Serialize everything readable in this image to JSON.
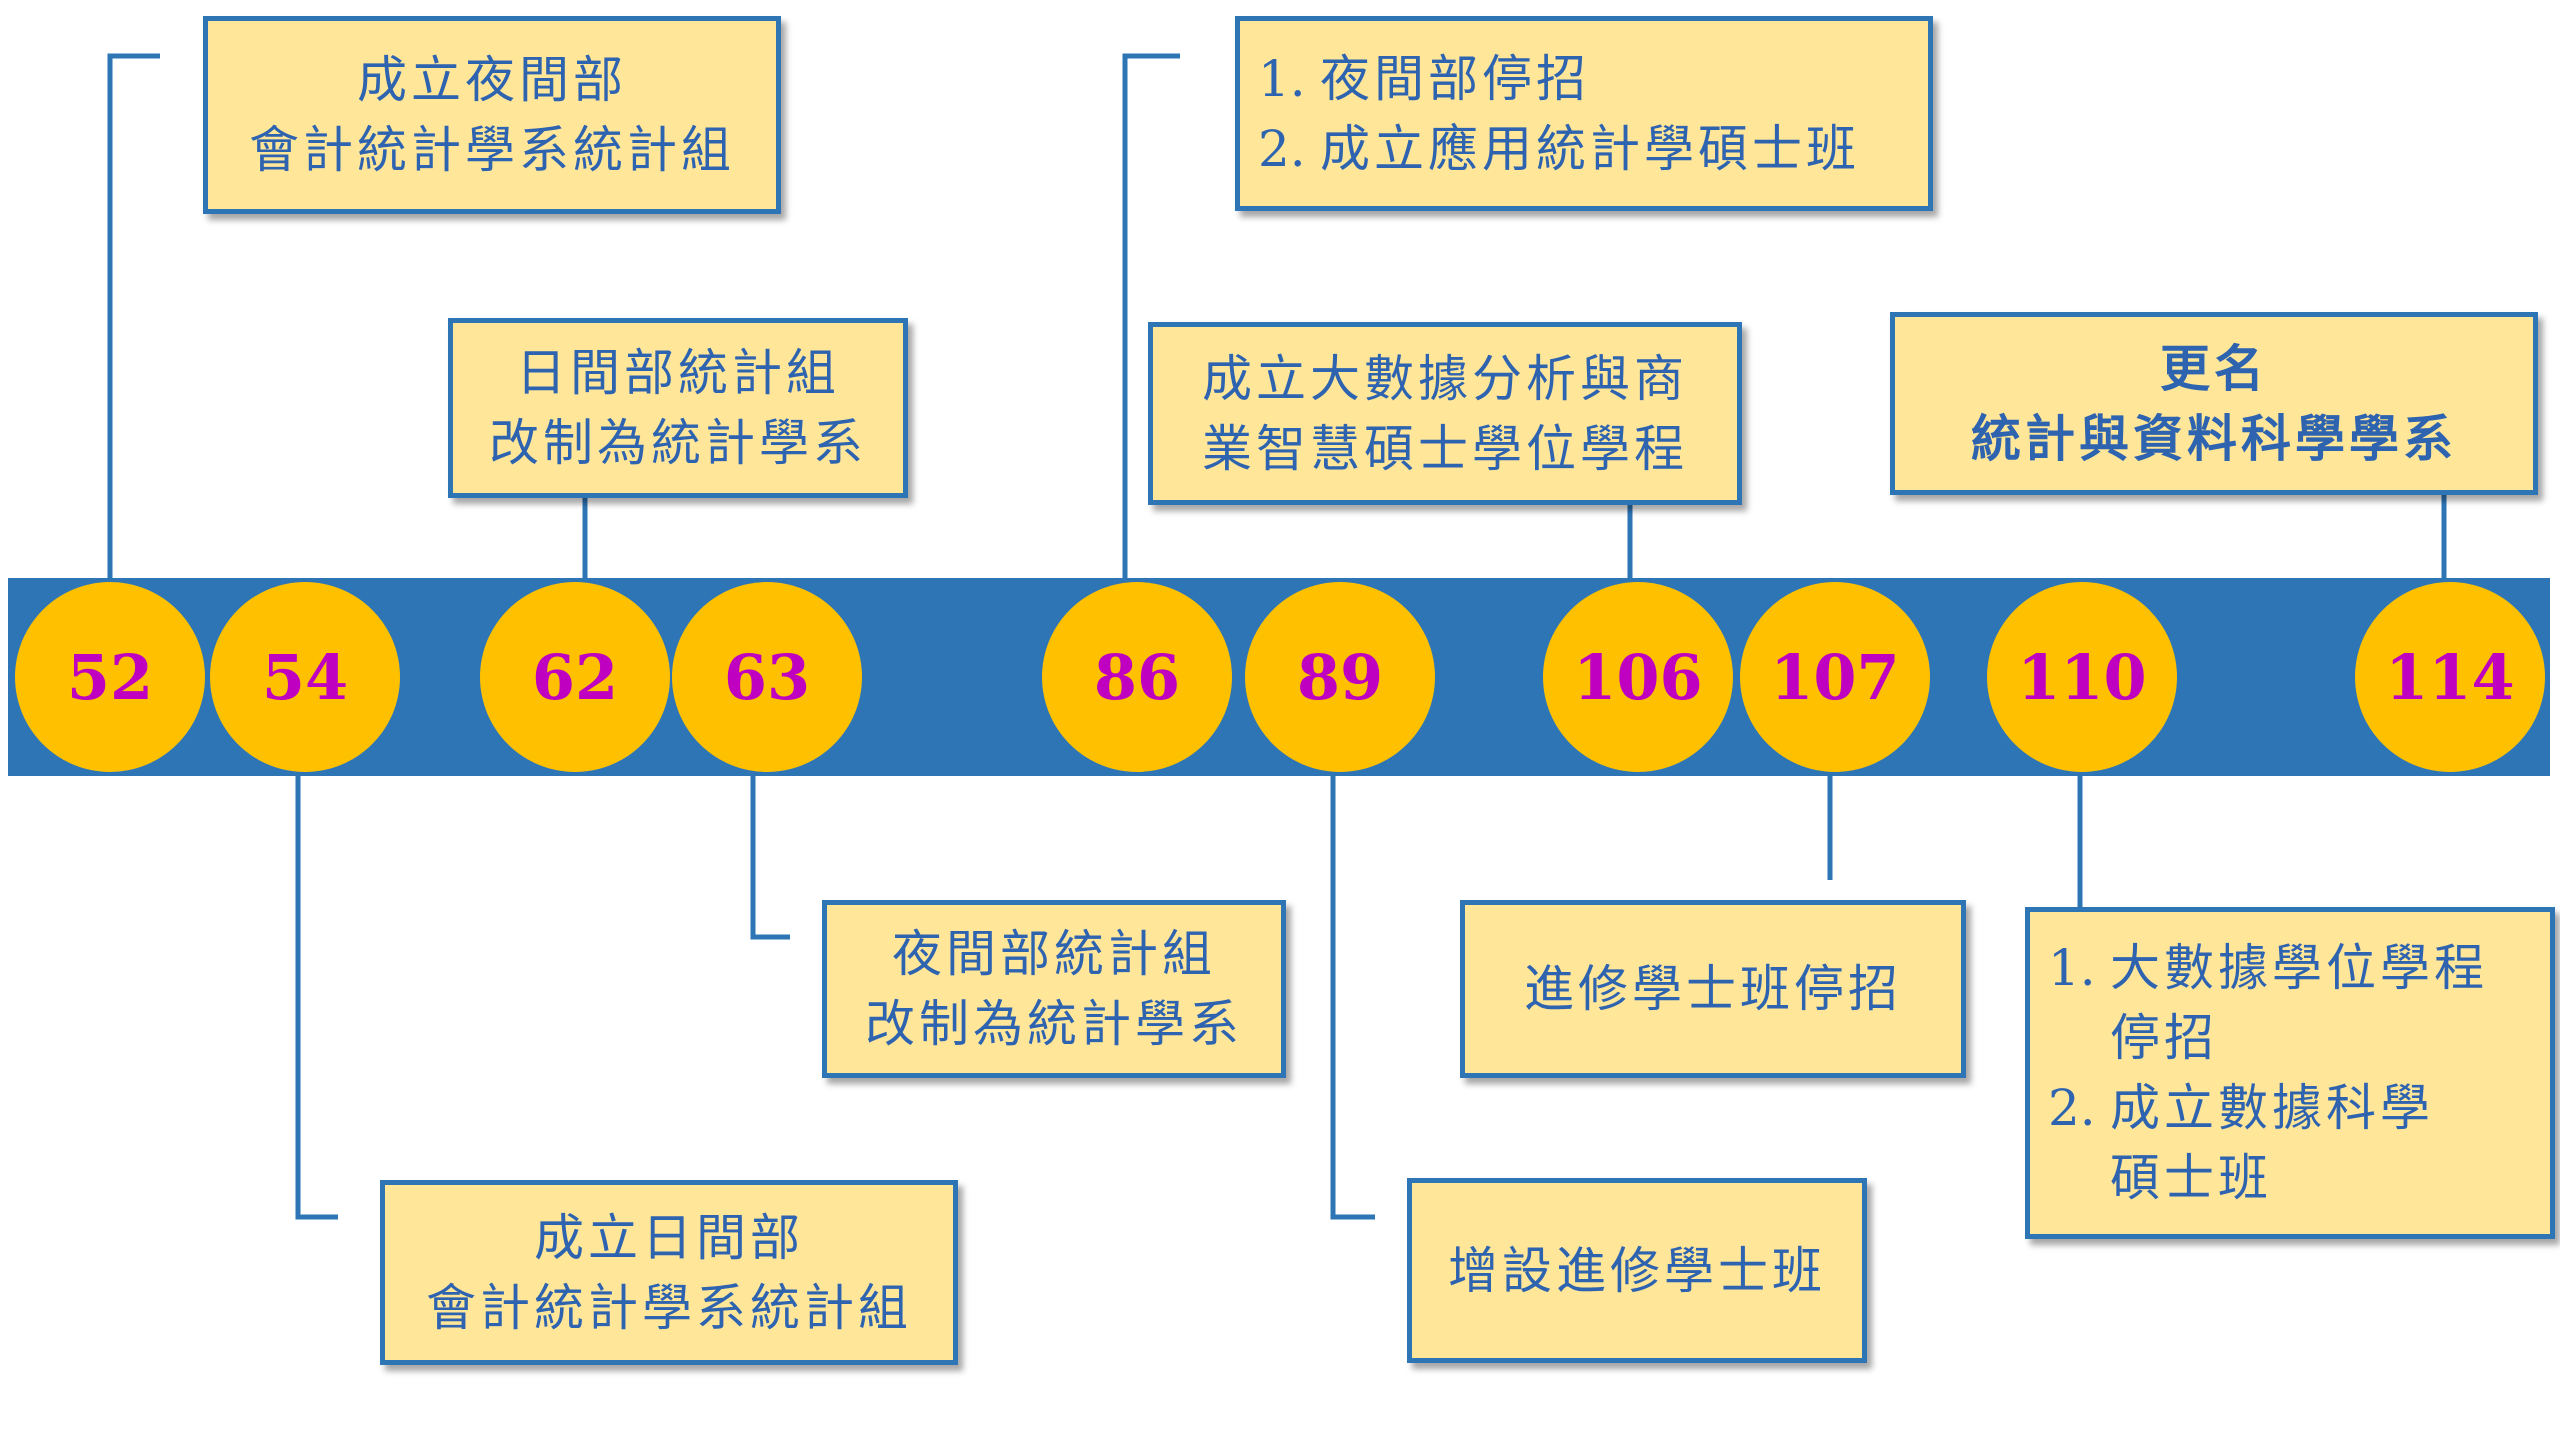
{
  "colors": {
    "band": "#2E75B6",
    "circle_fill": "#FFC000",
    "year_text": "#C000C0",
    "box_fill": "#FFE699",
    "box_border": "#2E75B6",
    "text": "#2E63B0"
  },
  "years": [
    "52",
    "54",
    "62",
    "63",
    "86",
    "89",
    "106",
    "107",
    "110",
    "114"
  ],
  "events": {
    "y52": {
      "line1": "成立夜間部",
      "line2": "會計統計學系統計組"
    },
    "y54": {
      "line1": "成立日間部",
      "line2": "會計統計學系統計組"
    },
    "y62": {
      "line1": "日間部統計組",
      "line2": "改制為統計學系"
    },
    "y63": {
      "line1": "夜間部統計組",
      "line2": "改制為統計學系"
    },
    "y86": {
      "item1_num": "1.",
      "item1": "夜間部停招",
      "item2_num": "2.",
      "item2": "成立應用統計學碩士班"
    },
    "y89": {
      "line1": "增設進修學士班"
    },
    "y106": {
      "line1": "成立大數據分析與商",
      "line2": "業智慧碩士學位學程"
    },
    "y107": {
      "line1": "進修學士班停招"
    },
    "y110": {
      "item1_num": "1.",
      "item1": "大數據學位學程",
      "item1_cont": "停招",
      "item2_num": "2.",
      "item2": "成立數據科學",
      "item2_cont": "碩士班"
    },
    "y114": {
      "line1": "更名",
      "line2": "統計與資料科學學系"
    }
  }
}
